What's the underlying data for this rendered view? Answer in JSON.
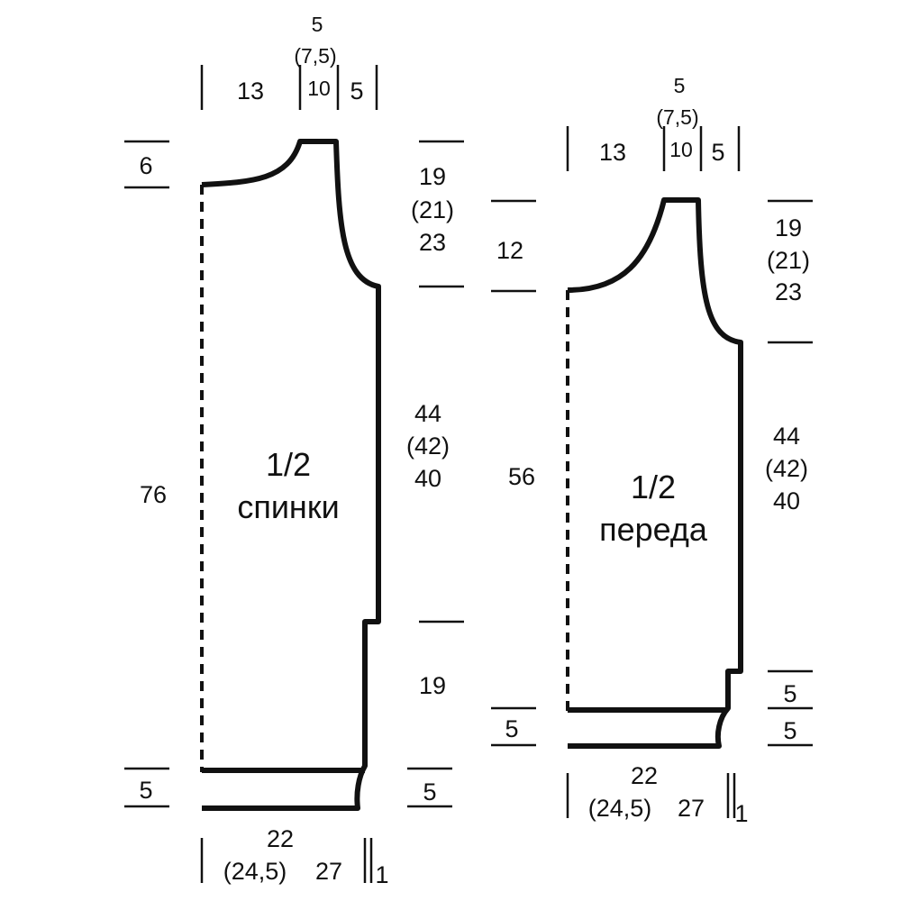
{
  "back": {
    "label_line1": "1/2",
    "label_line2": "спинки",
    "top_shoulder": "13",
    "top_neck_line1": "5",
    "top_neck_line2": "(7,5)",
    "top_neck_line3": "10",
    "top_edge": "5",
    "left_neck_depth": "6",
    "left_total": "76",
    "left_hem": "5",
    "right_armhole_line1": "19",
    "right_armhole_line2": "(21)",
    "right_armhole_line3": "23",
    "right_side_line1": "44",
    "right_side_line2": "(42)",
    "right_side_line3": "40",
    "right_slit": "19",
    "right_hem": "5",
    "bottom_line1": "22",
    "bottom_line2": "(24,5)",
    "bottom_line3": "27",
    "bottom_edge": "1"
  },
  "front": {
    "label_line1": "1/2",
    "label_line2": "переда",
    "top_shoulder": "13",
    "top_neck_line1": "5",
    "top_neck_line2": "(7,5)",
    "top_neck_line3": "10",
    "top_edge": "5",
    "left_neck_depth": "12",
    "left_total": "56",
    "left_hem": "5",
    "right_armhole_line1": "19",
    "right_armhole_line2": "(21)",
    "right_armhole_line3": "23",
    "right_side_line1": "44",
    "right_side_line2": "(42)",
    "right_side_line3": "40",
    "right_slit": "5",
    "right_hem": "5",
    "bottom_line1": "22",
    "bottom_line2": "(24,5)",
    "bottom_line3": "27",
    "bottom_edge": "1"
  }
}
